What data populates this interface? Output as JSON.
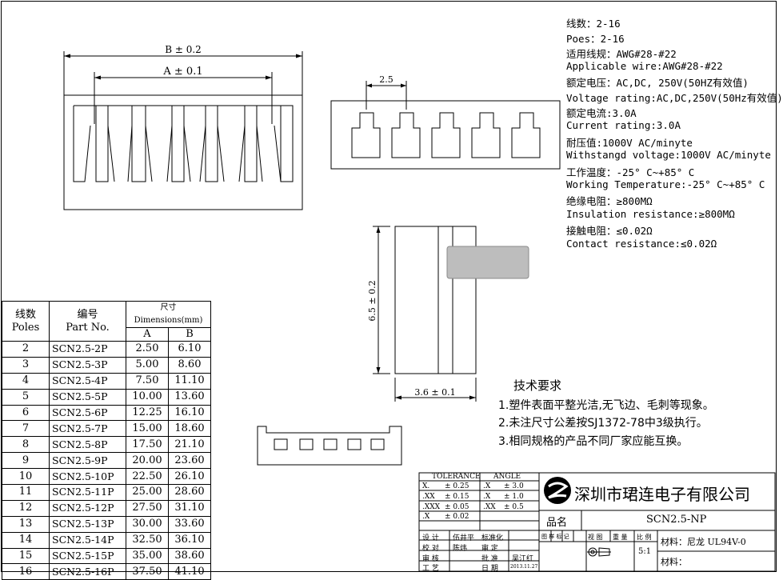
{
  "specs": [
    "线数：2-16",
    "Poes：2-16",
    "适用线规：AWG#28-#22",
    "Applicable wire:AWG#28-#22",
    "额定电压：AC,DC, 250V(50HZ有效值)",
    "Voltage rating:AC,DC,250V(50Hz有效值)",
    "额定电流:3.0A",
    "Current rating:3.0A",
    "耐压值:1000V AC/minyte",
    "Withstangd voltage:1000V AC/minyte",
    "工作温度：-25° C~+85° C",
    "Working Temperature:-25° C~+85° C",
    "绝缘电阻：≥800MΩ",
    "Insulation resistance:≥800MΩ",
    "接触电阻：≤0.02Ω",
    "Contact resistance:≤0.02Ω"
  ],
  "dims": {
    "b": "B ± 0.2",
    "a": "A ± 0.1",
    "pitch": "2.5",
    "height": "6.5 ± 0.2",
    "width": "3.6 ± 0.1"
  },
  "requirements": {
    "title": "技术要求",
    "items": [
      "1.塑件表面平整光洁,无飞边、毛刺等现象。",
      "2.未注尺寸公差按SJ1372-78中3级执行。",
      "3.相同规格的产品不同厂家应能互换。"
    ]
  },
  "table": {
    "h_poles_cn": "线数",
    "h_poles_en": "Poles",
    "h_part_cn": "编号",
    "h_part_en": "Part No.",
    "h_dims": "尺寸Dimensions(mm)",
    "h_a": "A",
    "h_b": "B",
    "rows": [
      [
        "2",
        "SCN2.5-2P",
        "2.50",
        "6.10"
      ],
      [
        "3",
        "SCN2.5-3P",
        "5.00",
        "8.60"
      ],
      [
        "4",
        "SCN2.5-4P",
        "7.50",
        "11.10"
      ],
      [
        "5",
        "SCN2.5-5P",
        "10.00",
        "13.60"
      ],
      [
        "6",
        "SCN2.5-6P",
        "12.25",
        "16.10"
      ],
      [
        "7",
        "SCN2.5-7P",
        "15.00",
        "18.60"
      ],
      [
        "8",
        "SCN2.5-8P",
        "17.50",
        "21.10"
      ],
      [
        "9",
        "SCN2.5-9P",
        "20.00",
        "23.60"
      ],
      [
        "10",
        "SCN2.5-10P",
        "22.50",
        "26.10"
      ],
      [
        "11",
        "SCN2.5-11P",
        "25.00",
        "28.60"
      ],
      [
        "12",
        "SCN2.5-12P",
        "27.50",
        "31.10"
      ],
      [
        "13",
        "SCN2.5-13P",
        "30.00",
        "33.60"
      ],
      [
        "14",
        "SCN2.5-14P",
        "32.50",
        "36.10"
      ],
      [
        "15",
        "SCN2.5-15P",
        "35.00",
        "38.60"
      ],
      [
        "16",
        "SCN2.5-16P",
        "37.50",
        "41.10"
      ]
    ]
  },
  "title_block": {
    "tolerance": "TOLERANCE",
    "angle": "ANGLE",
    "tol_rows": [
      [
        "X.",
        "± 0.25",
        ".X",
        "± 3.0"
      ],
      [
        ".XX",
        "± 0.15",
        ".X",
        "± 1.0"
      ],
      [
        ".XXX",
        "± 0.05",
        ".XX",
        "± 0.5"
      ],
      [
        ".X",
        "± 0.02",
        "",
        ""
      ]
    ],
    "company": "深圳市珺连电子有限公司",
    "product_label": "品名",
    "product": "SCN2.5-NP",
    "roles": [
      [
        "设 计",
        "伍井平",
        "标准化",
        ""
      ],
      [
        "校 对",
        "陈炜",
        "审 定",
        ""
      ],
      [
        "审 核",
        "",
        "批 准",
        "吴江红"
      ],
      [
        "工 艺",
        "",
        "日 期",
        "2013.11.27"
      ]
    ],
    "hdr_mark": "图 样 标 记",
    "hdr_view": "视 图",
    "hdr_weight": "重 量",
    "hdr_scale": "比 例",
    "scale": "5:1",
    "material1": "材料：尼龙 UL94V-0",
    "material2": "材料："
  }
}
